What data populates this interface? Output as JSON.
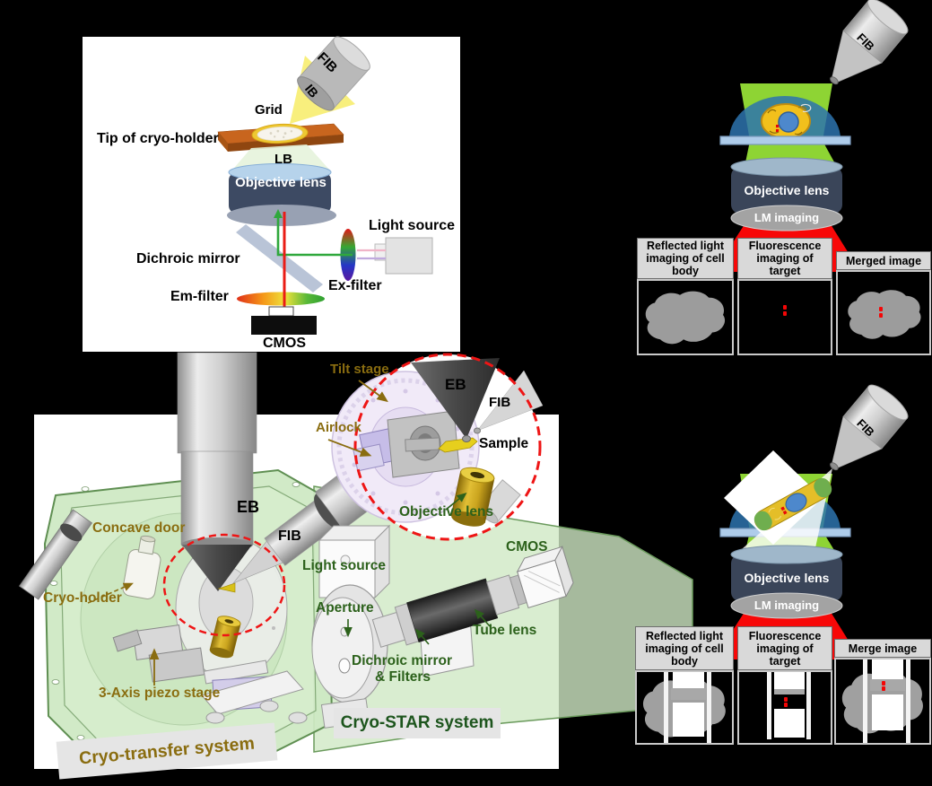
{
  "figure": {
    "description": "Cryo-STAR correlative cryo-FIB / light-microscopy system schematic, four panels on black background"
  },
  "colors": {
    "background": "#000000",
    "panel_bg": "#ffffff",
    "olive_label": "#8a6d10",
    "green_label": "#2c611b",
    "red_accent": "#ee1515",
    "ion_beam_yellow": "#f7ee72",
    "light_beam_green": "#8ed434",
    "emission_red": "#f70808",
    "chamber_green": "#cde8c2",
    "header_bg": "#d9d9d9",
    "dome_blue": "#2d73ae",
    "cell_yellow": "#f2c01c",
    "nucleus_blue": "#4d88cc",
    "objective_dark": "#3a4559",
    "gold_objective": "#d4a91c"
  },
  "panel_a": {
    "fib": "FIB",
    "ib": "IB",
    "grid": "Grid",
    "tip_of_cryo_holder": "Tip of cryo-holder",
    "lb": "LB",
    "objective_lens": "Objective lens",
    "light_source": "Light source",
    "dichroic_mirror": "Dichroic mirror",
    "ex_filter": "Ex-filter",
    "em_filter": "Em-filter",
    "cmos": "CMOS"
  },
  "panel_b": {
    "fib": "FIB",
    "objective_lens": "Objective lens",
    "lm_imaging": "LM imaging",
    "boxes": [
      {
        "title": "Reflected light imaging of cell body"
      },
      {
        "title": "Fluorescence imaging of target"
      },
      {
        "title": "Merged image"
      }
    ]
  },
  "panel_c": {
    "inset": {
      "tilt_stage": "Tilt stage",
      "airlock": "Airlock",
      "eb": "EB",
      "fib": "FIB",
      "sample": "Sample",
      "objective_lens": "Objective lens"
    },
    "eb": "EB",
    "fib": "FIB",
    "concave_door": "Concave door",
    "cryo_holder": "Cryo-holder",
    "light_source": "Light source",
    "aperture": "Aperture",
    "cmos": "CMOS",
    "tube_lens": "Tube lens",
    "dichroic_line1": "Dichroic mirror",
    "dichroic_line2": "& Filters",
    "piezo_stage": "3-Axis piezo stage",
    "cryo_star_system": "Cryo-STAR system",
    "cryo_transfer_system": "Cryo-transfer system"
  },
  "panel_d": {
    "fib": "FIB",
    "objective_lens": "Objective lens",
    "lm_imaging": "LM imaging",
    "boxes": [
      {
        "title": "Reflected light imaging of cell body"
      },
      {
        "title": "Fluorescence imaging of target"
      },
      {
        "title": "Merge image"
      }
    ]
  }
}
